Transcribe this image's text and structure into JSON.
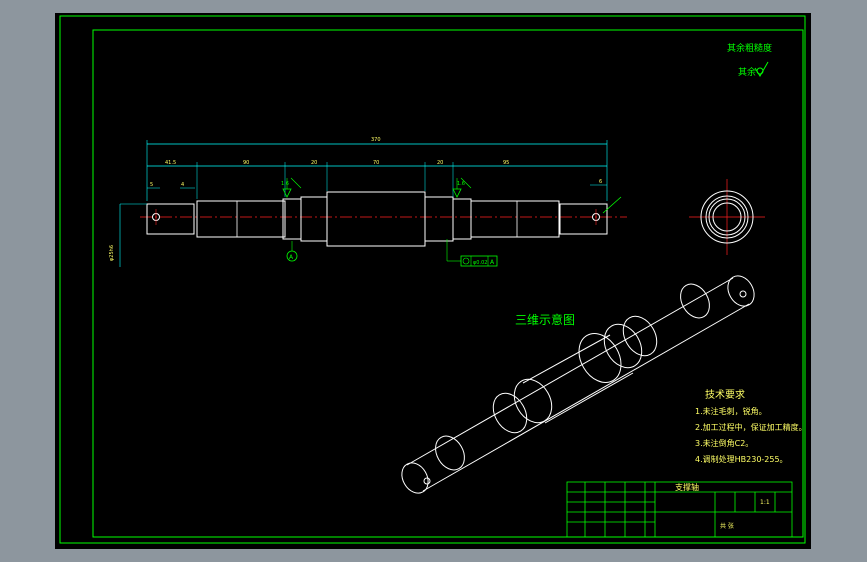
{
  "drawing": {
    "roughness_note": "其余",
    "roughness_note_top": "其余粗糙度",
    "overall_length": "370",
    "segment_dims": [
      "41.5",
      "90",
      "20",
      "70",
      "20",
      "95"
    ],
    "small_dims": [
      "5",
      "4",
      "6"
    ],
    "three_d_label": "三维示意图",
    "datum_label": "A",
    "left_side_label": "φ25h6",
    "tech_requirements": {
      "title": "技术要求",
      "items": [
        "1.未注毛刺，锐角。",
        "2.加工过程中，保证加工精度。",
        "3.未注倒角C2。",
        "4.调制处理HB230-255。"
      ]
    },
    "title_block": {
      "part_name": "支撑轴",
      "scale": "1:1",
      "sheet": "共 张"
    }
  }
}
